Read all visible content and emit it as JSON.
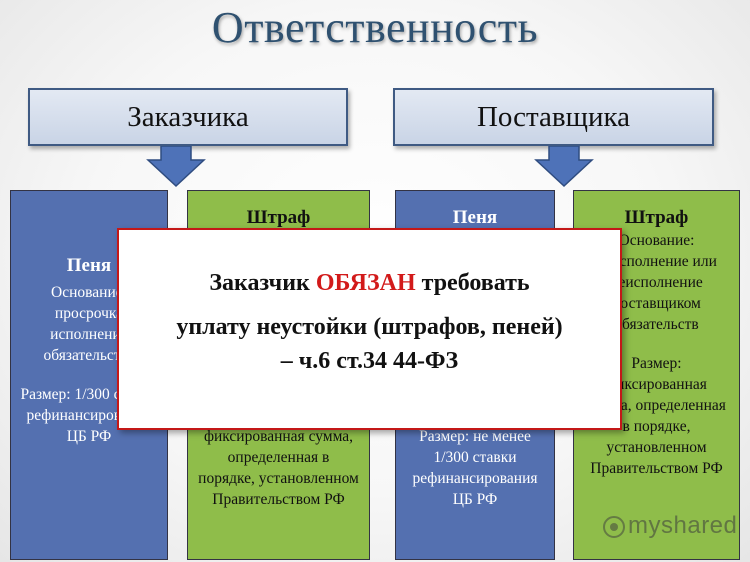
{
  "title": "Ответственность",
  "headers": {
    "left": "Заказчика",
    "right": "Поставщика"
  },
  "columns": [
    {
      "title": "Пеня",
      "basis": "Основание: просрочка исполнения обязательства",
      "size": "Размер: 1/300 ставки рефинансирования ЦБ РФ"
    },
    {
      "title": "Штраф",
      "size": "фиксированная сумма, определенная в порядке, установленном Правительством РФ"
    },
    {
      "title": "Пеня",
      "size": "Размер: не менее 1/300 ставки рефинансирования ЦБ РФ"
    },
    {
      "title": "Штраф",
      "basis": "Основание: неисполнение или неисполнение поставщиком обязательств",
      "size": "Размер: фиксированная сумма, определенная в порядке, установленном Правительством РФ"
    }
  ],
  "popup": {
    "line1_pre": "Заказчик ",
    "line1_red": "ОБЯЗАН",
    "line1_post": " требовать",
    "line2": "уплату неустойки (штрафов, пеней)",
    "line3": "– ч.6 ст.34 44-ФЗ"
  },
  "watermark": "myshared",
  "colors": {
    "blue_col": "#5470b0",
    "green_col": "#8fbd4a",
    "popup_border": "#c41818",
    "arrow": "#4e72b8"
  }
}
